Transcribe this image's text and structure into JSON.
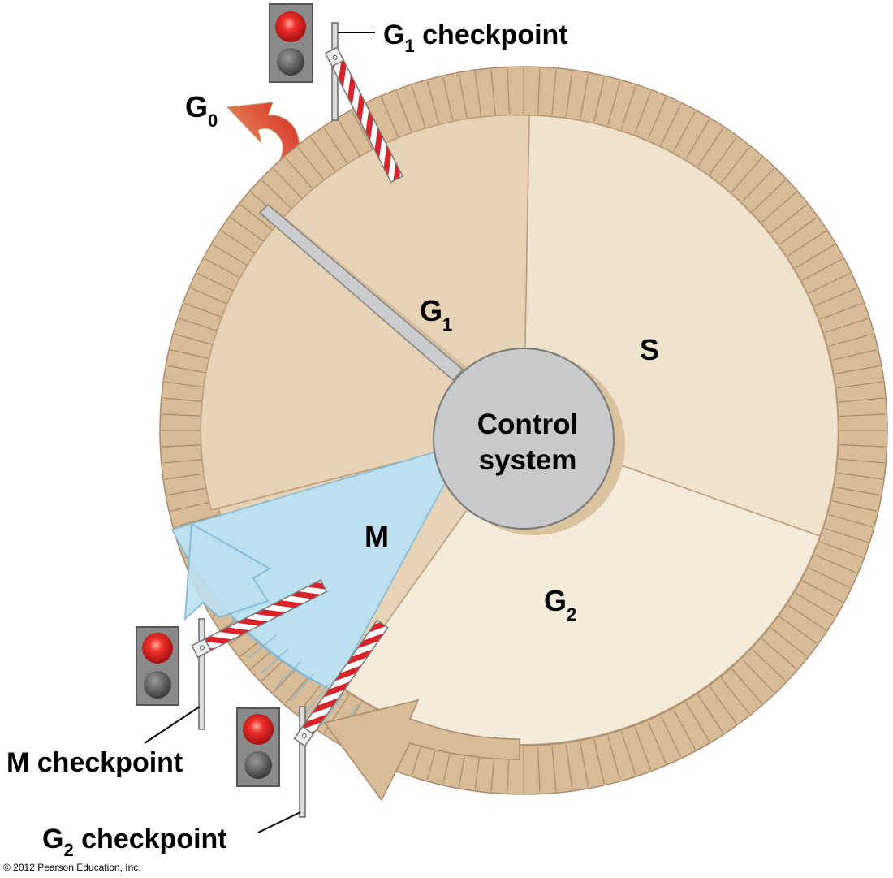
{
  "labels": {
    "g0_main": "G",
    "g0_sub": "0",
    "g1_checkpoint_main": "G",
    "g1_checkpoint_sub": "1",
    "g1_checkpoint_rest": " checkpoint",
    "g1_phase_main": "G",
    "g1_phase_sub": "1",
    "s_phase": "S",
    "g2_phase_main": "G",
    "g2_phase_sub": "2",
    "m_phase": "M",
    "control_line1": "Control",
    "control_line2": "system",
    "m_checkpoint": "M checkpoint",
    "g2_checkpoint_main": "G",
    "g2_checkpoint_sub": "2",
    "g2_checkpoint_rest": " checkpoint",
    "copyright": "© 2012 Pearson Education, Inc."
  },
  "colors": {
    "rim": "#d7bc97",
    "rim_stroke": "#a8896a",
    "g1_fill": "#e6d2b4",
    "s_fill": "#efe3cd",
    "g2_fill": "#f4ebdb",
    "m_fill": "#bde0f0",
    "m_stroke": "#7fb8d6",
    "hub": "#c8c9cb",
    "gate_red": "#d9232a",
    "light_red": "#e8231f",
    "g0_arrow": "#d42a24"
  }
}
